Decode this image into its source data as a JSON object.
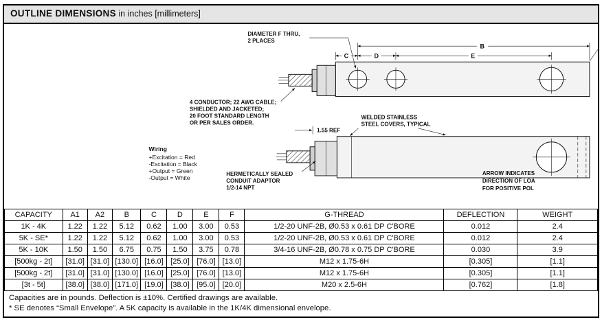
{
  "colors": {
    "border": "#000000",
    "title_bar_bg": "#e5e5e5"
  },
  "header": {
    "title_bold": "OUTLINE DIMENSIONS",
    "title_rest": " in inches [millimeters]"
  },
  "drawing": {
    "diameter_note": {
      "line1": "DIAMETER F THRU,",
      "line2": "2 PLACES"
    },
    "dims": {
      "b": "B",
      "c": "C",
      "d": "D",
      "e": "E"
    },
    "cable_note": {
      "line1": "4 CONDUCTOR; 22 AWG CABLE;",
      "line2": "SHIELDED AND JACKETED;",
      "line3": "20 FOOT STANDARD LENGTH",
      "line4": "OR PER SALES ORDER."
    },
    "ref_dim": "1.55 REF",
    "covers_note": {
      "line1": "WELDED STAINLESS",
      "line2": "STEEL COVERS, TYPICAL"
    },
    "wiring": {
      "title": "Wiring",
      "line1": "+Excitation = Red",
      "line2": "-Excitation = Black",
      "line3": "+Output = Green",
      "line4": "-Output = White"
    },
    "conduit_note": {
      "line1": "HERMETICALLY SEALED",
      "line2": "CONDUIT ADAPTOR",
      "line3": "1/2-14 NPT"
    },
    "arrow_note": {
      "line1": "ARROW INDICATES",
      "line2": "DIRECTION OF LOA",
      "line3": "FOR POSITIVE POL"
    }
  },
  "table": {
    "headers": [
      "CAPACITY",
      "A1",
      "A2",
      "B",
      "C",
      "D",
      "E",
      "F",
      "G-THREAD",
      "DEFLECTION",
      "WEIGHT"
    ],
    "rows": [
      [
        "1K - 4K",
        "1.22",
        "1.22",
        "5.12",
        "0.62",
        "1.00",
        "3.00",
        "0.53",
        "1/2-20 UNF-2B, Ø0.53 x 0.61 DP C'BORE",
        "0.012",
        "2.4"
      ],
      [
        "5K - SE*",
        "1.22",
        "1.22",
        "5.12",
        "0.62",
        "1.00",
        "3.00",
        "0.53",
        "1/2-20 UNF-2B, Ø0.53 x 0.61 DP C'BORE",
        "0.012",
        "2.4"
      ],
      [
        "5K - 10K",
        "1.50",
        "1.50",
        "6.75",
        "0.75",
        "1.50",
        "3.75",
        "0.78",
        "3/4-16 UNF-2B, Ø0.78 x 0.75 DP C'BORE",
        "0.030",
        "3.9"
      ],
      [
        "[500kg - 2t]",
        "[31.0]",
        "[31.0]",
        "[130.0]",
        "[16.0]",
        "[25.0]",
        "[76.0]",
        "[13.0]",
        "M12 x 1.75-6H",
        "[0.305]",
        "[1.1]"
      ],
      [
        "[500kg - 2t]",
        "[31.0]",
        "[31.0]",
        "[130.0]",
        "[16.0]",
        "[25.0]",
        "[76.0]",
        "[13.0]",
        "M12 x 1.75-6H",
        "[0.305]",
        "[1.1]"
      ],
      [
        "[3t - 5t]",
        "[38.0]",
        "[38.0]",
        "[171.0]",
        "[19.0]",
        "[38.0]",
        "[95.0]",
        "[20.0]",
        "M20 x 2.5-6H",
        "[0.762]",
        "[1.8]"
      ]
    ]
  },
  "notes": [
    "Capacities are in pounds. Deflection is ±10%. Certified drawings are available.",
    "* SE denotes “Small Envelope”. A 5K capacity is available in the 1K/4K dimensional envelope."
  ]
}
